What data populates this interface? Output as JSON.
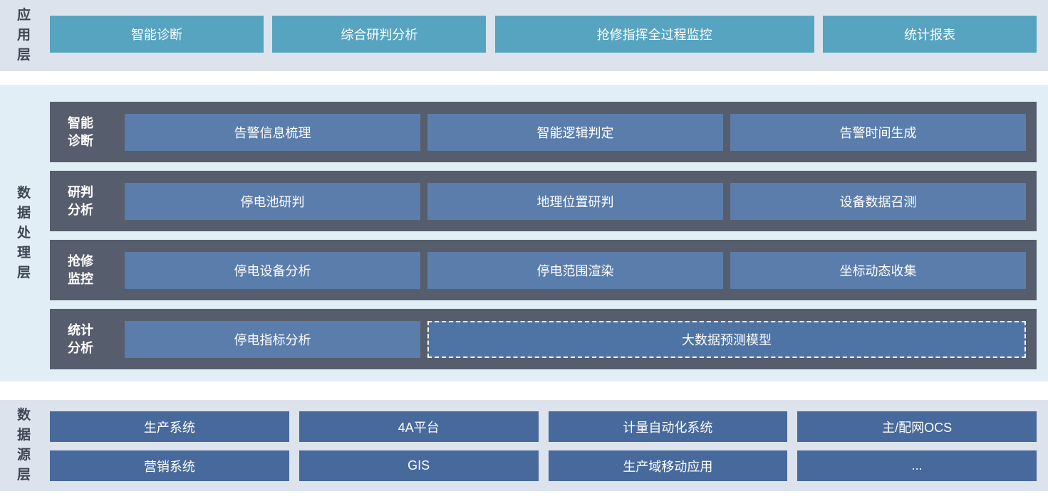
{
  "colors": {
    "band_app": "#dde3ec",
    "band_process": "#e1eef5",
    "band_source": "#dde3ec",
    "app_tile": "#57a4c1",
    "process_row_container": "#565d6c",
    "process_tile": "#5a7dac",
    "dashed_tile_bg": "#4e73a5",
    "dashed_tile_border": "#ffffff",
    "source_tile": "#47699b",
    "side_label_text": "#3d4553",
    "tile_text": "#ffffff"
  },
  "app_layer": {
    "label": "应\n用\n层",
    "nodes": [
      "智能诊断",
      "综合研判分析",
      "抢修指挥全过程监控",
      "统计报表"
    ]
  },
  "process_layer": {
    "label": "数\n据\n处\n理\n层",
    "rows": [
      {
        "label": "智能\n诊断",
        "nodes": [
          "告警信息梳理",
          "智能逻辑判定",
          "告警时间生成"
        ]
      },
      {
        "label": "研判\n分析",
        "nodes": [
          "停电池研判",
          "地理位置研判",
          "设备数据召测"
        ]
      },
      {
        "label": "抢修\n监控",
        "nodes": [
          "停电设备分析",
          "停电范围渲染",
          "坐标动态收集"
        ]
      },
      {
        "label": "统计\n分析",
        "nodes": [
          "停电指标分析"
        ],
        "dashed_node": "大数据预测模型"
      }
    ]
  },
  "source_layer": {
    "label": "数\n据\n源\n层",
    "rows": [
      [
        "生产系统",
        "4A平台",
        "计量自动化系统",
        "主/配网OCS"
      ],
      [
        "营销系统",
        "GIS",
        "生产域移动应用",
        "..."
      ]
    ]
  }
}
